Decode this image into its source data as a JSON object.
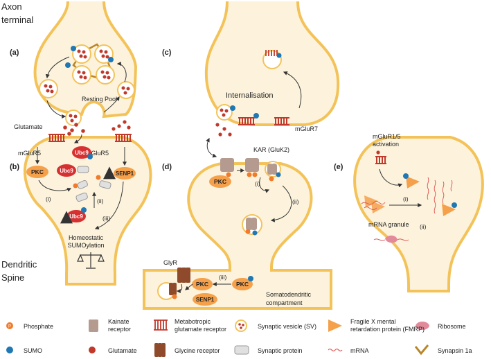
{
  "colors": {
    "membrane_fill": "#fdf3dd",
    "membrane_stroke": "#f3c35a",
    "glutamate": "#c0392b",
    "sumo": "#1f78b4",
    "phosphate": "#f07b2a",
    "pkc_fill": "#f5a04b",
    "ubc9_fill": "#d63031",
    "receptor_red": "#c0392b",
    "kainate": "#b59b8f",
    "glycine": "#8e4a2b",
    "synapsin": "#b8862a",
    "synaptic_protein": "#e0e0e0"
  },
  "region_labels": {
    "axon_terminal": "Axon\nterminal",
    "dendritic_spine": "Dendritic\nSpine"
  },
  "panels": {
    "a": {
      "letter": "(a)",
      "resting_pool": "Resting Pool",
      "glutamate": "Glutamate"
    },
    "b": {
      "letter": "(b)",
      "mglur5_left": "mGluR5",
      "mglur5_right": "mGluR5",
      "pkc": "PKC",
      "ubc9": "Ubc9",
      "senp1": "SENP1",
      "step_i": "(i)",
      "step_ii": "(ii)",
      "step_iii": "(iii)",
      "homeostatic": "Homeostatic",
      "sumoylation": "SUMOylation"
    },
    "c": {
      "letter": "(c)",
      "internalisation": "Internalisation",
      "mglur7": "mGluR7"
    },
    "d": {
      "letter": "(d)",
      "kar": "KAR (GluK2)",
      "pkc": "PKC",
      "step_i": "(i)",
      "step_ii": "(ii)",
      "step_iii": "(iii)",
      "glyr": "GlyR",
      "senp1": "SENP1",
      "somatodendritic_1": "Somatodendritic",
      "somatodendritic_2": "compartment"
    },
    "e": {
      "letter": "(e)",
      "activation_1": "mGluR1/5",
      "activation_2": "activation",
      "mrna_granule": "mRNA granule",
      "step_i": "(i)",
      "step_ii": "(ii)"
    }
  },
  "legend": [
    {
      "icon": "phosphate-icon",
      "label": "Phosphate"
    },
    {
      "icon": "kainate-receptor-icon",
      "label": "Kainate\nreceptor"
    },
    {
      "icon": "metabotropic-receptor-icon",
      "label": "Metabotropic\nglutamate receptor"
    },
    {
      "icon": "synaptic-vesicle-icon",
      "label": "Synaptic vesicle (SV)"
    },
    {
      "icon": "fmrp-icon",
      "label": "Fragile X mental\nretardation protein (FMRP)"
    },
    {
      "icon": "ribosome-icon",
      "label": "Ribosome"
    },
    {
      "icon": "sumo-icon",
      "label": "SUMO"
    },
    {
      "icon": "glutamate-icon",
      "label": "Glutamate"
    },
    {
      "icon": "glycine-receptor-icon",
      "label": "Glycine receptor"
    },
    {
      "icon": "synaptic-protein-icon",
      "label": "Synaptic protein"
    },
    {
      "icon": "mrna-icon",
      "label": "mRNA"
    },
    {
      "icon": "synapsin-icon",
      "label": "Synapsin 1a"
    }
  ],
  "phosphate_glyph": "P"
}
